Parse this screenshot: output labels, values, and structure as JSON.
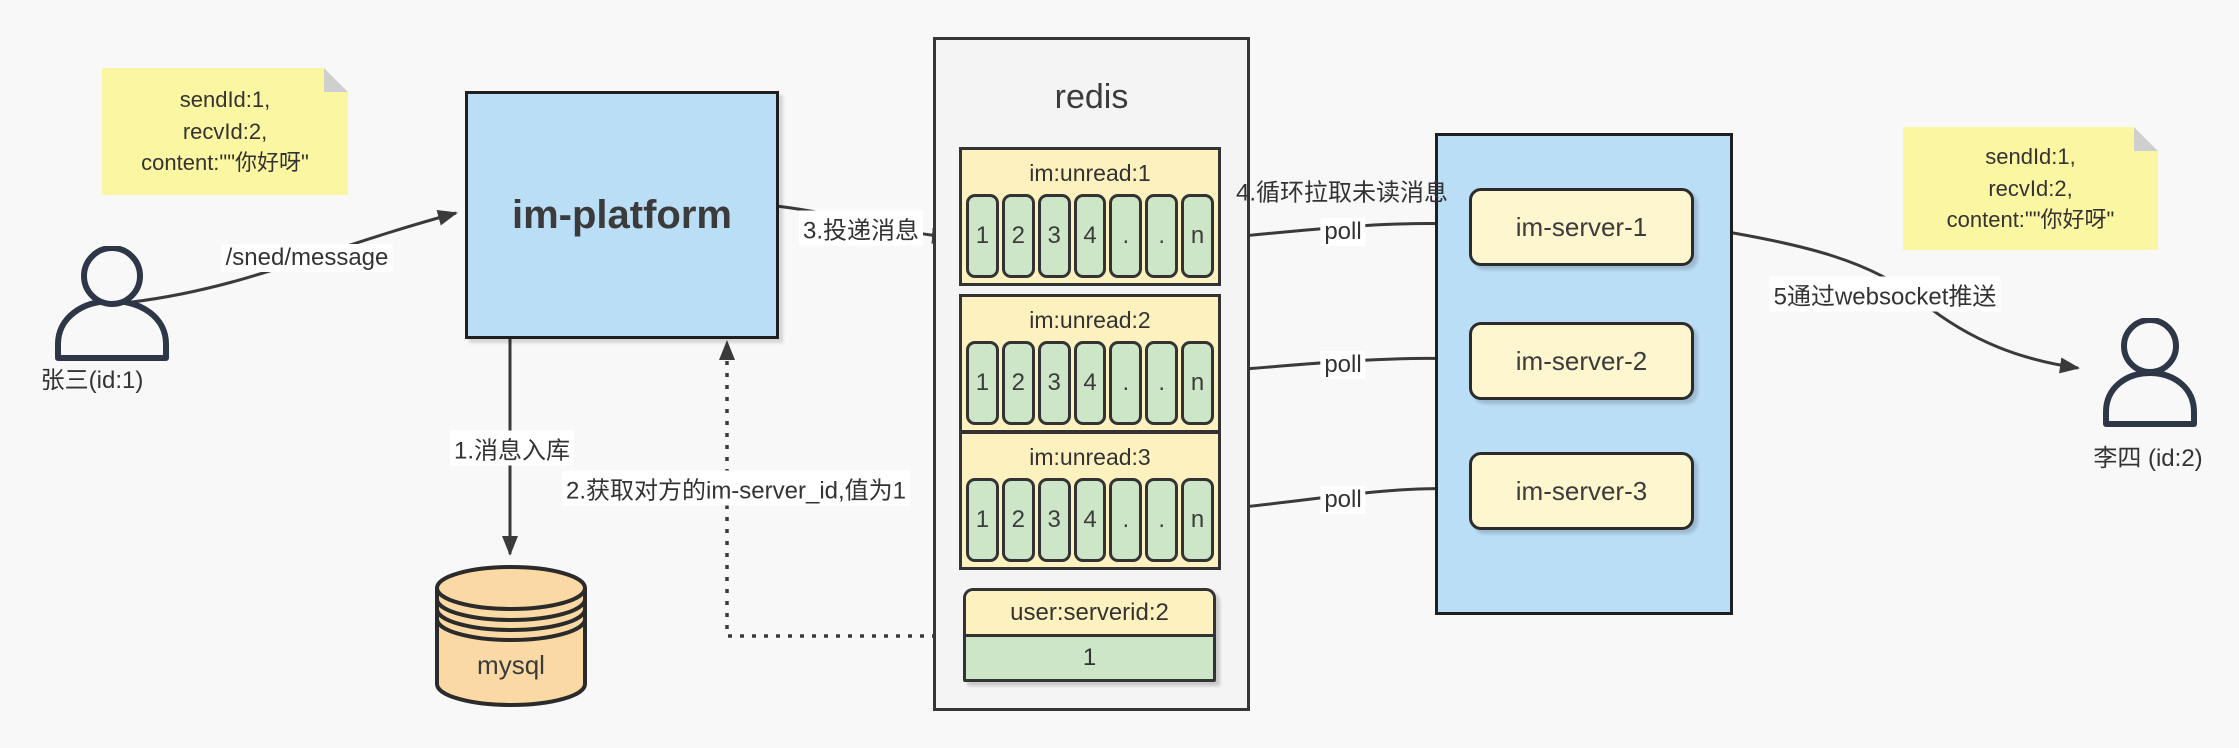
{
  "canvas": {
    "bg": "#f8f8f8"
  },
  "colors": {
    "blue": "#bbdef7",
    "note_yellow": "#fbf6a1",
    "queue_yellow": "#fdf2bf",
    "server_yellow": "#fdf6ce",
    "cell_green": "#cde6c8",
    "db_orange": "#fad9a4",
    "arrow": "#3a3a3a",
    "actor_stroke": "#2d3748"
  },
  "sender": {
    "label": "张三(id:1)"
  },
  "receiver": {
    "label": "李四 (id:2)"
  },
  "note_left": {
    "line1": "sendId:1,",
    "line2": "recvId:2,",
    "line3": "content:\"\"你好呀\""
  },
  "note_right": {
    "line1": "sendId:1,",
    "line2": "recvId:2,",
    "line3": "content:\"\"你好呀\""
  },
  "platform": {
    "label": "im-platform"
  },
  "database": {
    "label": "mysql"
  },
  "redis": {
    "title": "redis",
    "queues": [
      {
        "header": "im:unread:1",
        "cells": [
          "1",
          "2",
          "3",
          "4",
          ".",
          ".",
          "n"
        ]
      },
      {
        "header": "im:unread:2",
        "cells": [
          "1",
          "2",
          "3",
          "4",
          ".",
          ".",
          "n"
        ]
      },
      {
        "header": "im:unread:3",
        "cells": [
          "1",
          "2",
          "3",
          "4",
          ".",
          ".",
          "n"
        ]
      }
    ],
    "kv": {
      "header": "user:serverid:2",
      "value": "1"
    }
  },
  "servers": {
    "s1": "im-server-1",
    "s2": "im-server-2",
    "s3": "im-server-3"
  },
  "edges": {
    "send": "/sned/message",
    "step1": "1.消息入库",
    "step2": "2.获取对方的im-server_id,值为1",
    "step3": "3.投递消息",
    "step4": "4.循环拉取未读消息",
    "poll": "poll",
    "step5": "5通过websocket推送"
  }
}
